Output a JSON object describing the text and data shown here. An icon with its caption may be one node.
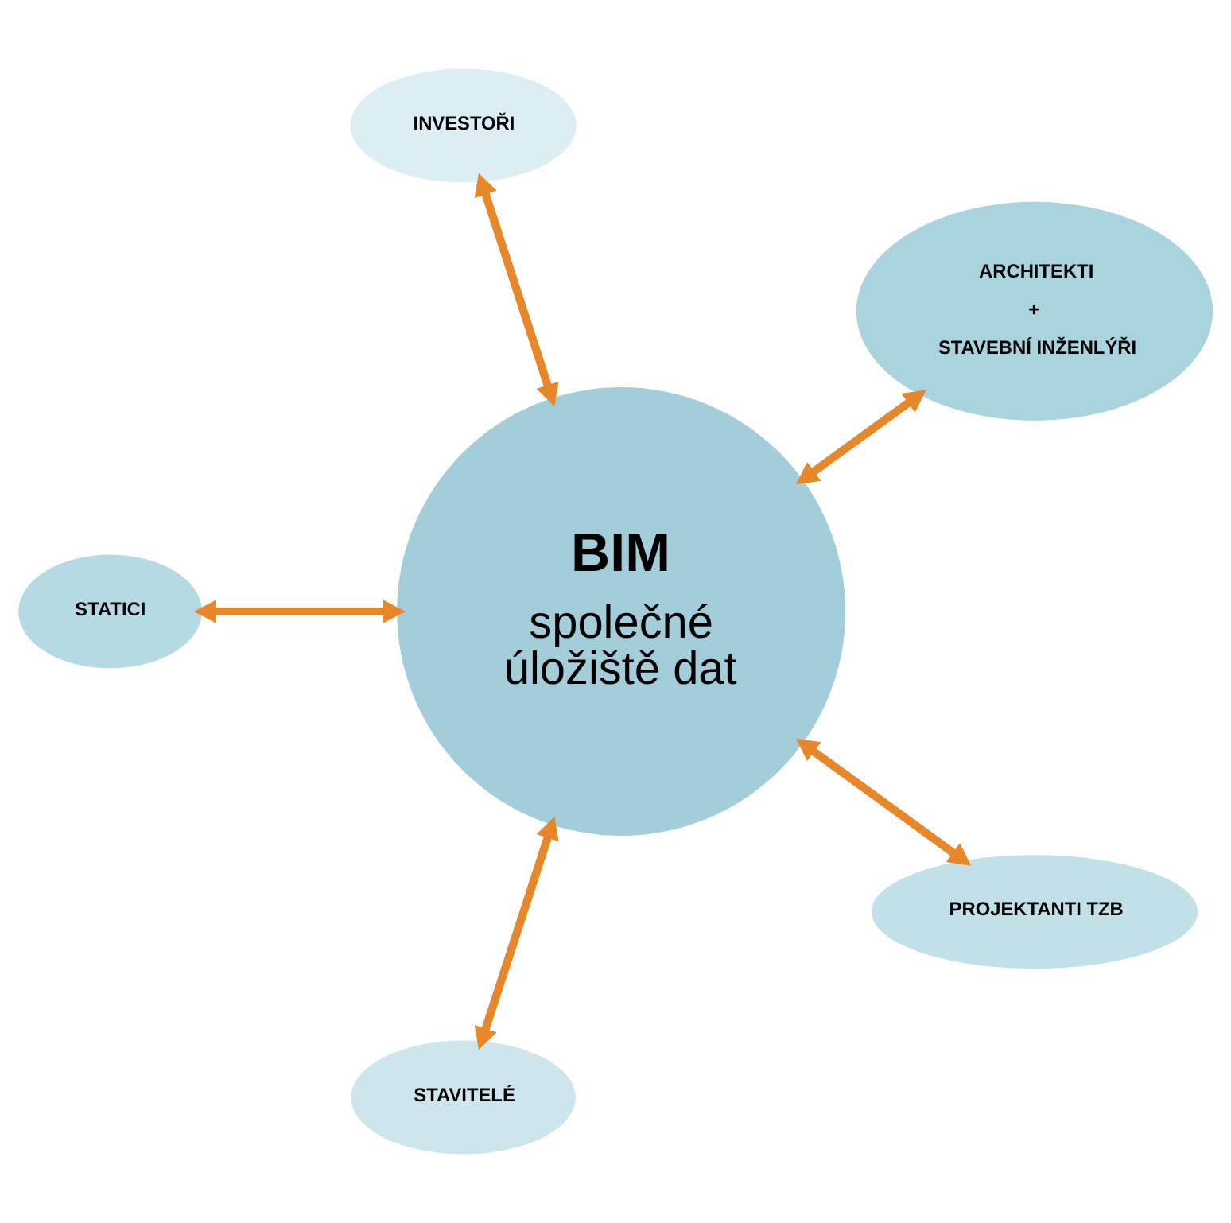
{
  "diagram": {
    "nodes": [
      {
        "text": [
          "BIM",
          "společné úložiště dat"
        ]
      },
      {
        "text": [
          "ARCHITEKTI",
          "+",
          "STAVEBNÍ INŽENLÝŘI"
        ]
      },
      {
        "text": [
          "INVESTOŘI"
        ]
      },
      {
        "text": [
          "STATICI"
        ]
      },
      {
        "text": [
          "STAVITELÉ"
        ]
      },
      {
        "text": [
          "PROJEKTANTI TZB"
        ]
      }
    ],
    "edges": [
      {
        "from": 0,
        "to": 1,
        "arrow": "both"
      },
      {
        "from": 0,
        "to": 2,
        "arrow": "both"
      },
      {
        "from": 0,
        "to": 3,
        "arrow": "both"
      },
      {
        "from": 0,
        "to": 4,
        "arrow": "both"
      },
      {
        "from": 0,
        "to": 5,
        "arrow": "both"
      }
    ]
  }
}
